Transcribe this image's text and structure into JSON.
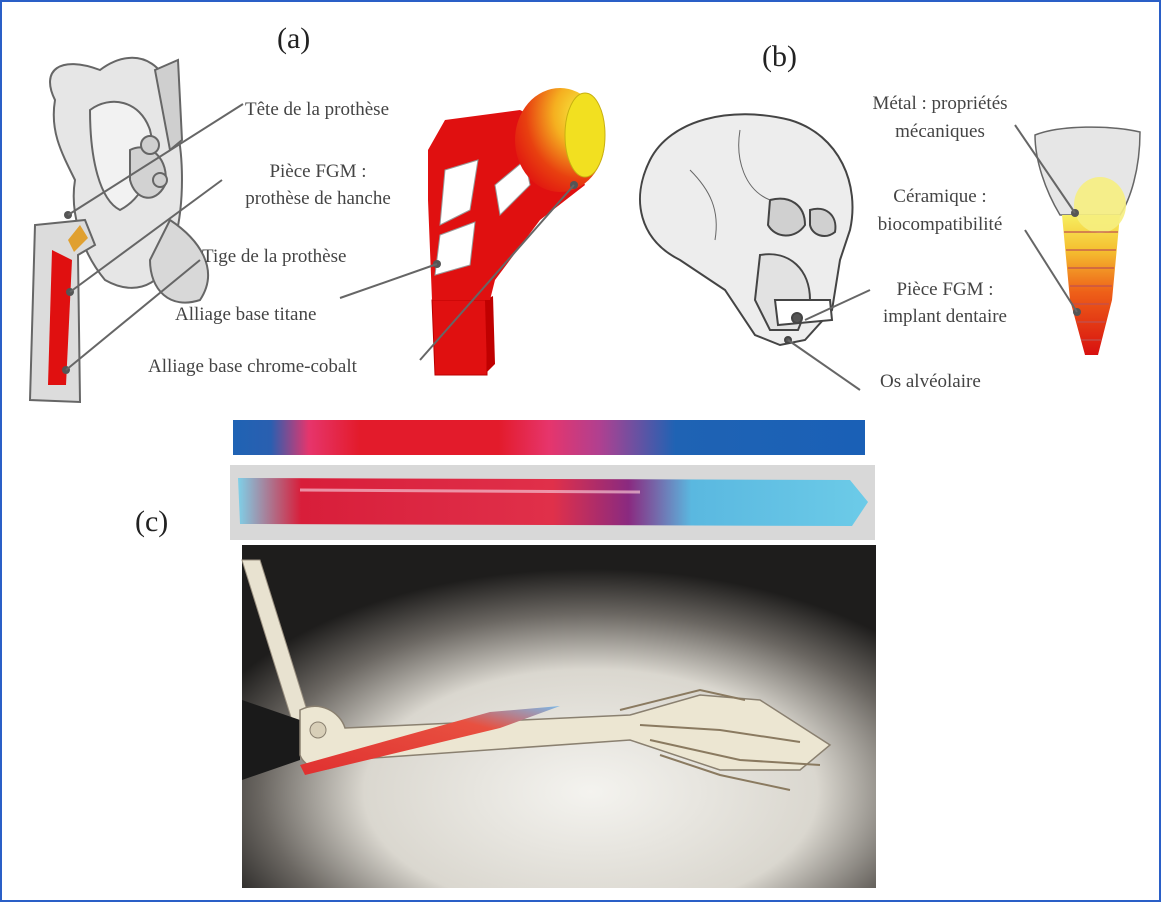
{
  "panels": {
    "a": "(a)",
    "b": "(b)",
    "c": "(c)"
  },
  "hip": {
    "head": "Tête de la prothèse",
    "fgm_line1": "Pièce FGM :",
    "fgm_line2": "prothèse de hanche",
    "stem": "Tige de la prothèse",
    "titanium": "Alliage base titane",
    "chrome": "Alliage base chrome-cobalt"
  },
  "dental": {
    "metal_line1": "Métal : propriétés",
    "metal_line2": "mécaniques",
    "ceramic_line1": "Céramique :",
    "ceramic_line2": "biocompatibilité",
    "fgm_line1": "Pièce FGM :",
    "fgm_line2": "implant dentaire",
    "bone": "Os alvéolaire"
  },
  "colors": {
    "frame": "#2a5fc7",
    "red": "#e01010",
    "yellow": "#f2e020",
    "blue": "#1f63b4",
    "pink": "#e0306a"
  }
}
